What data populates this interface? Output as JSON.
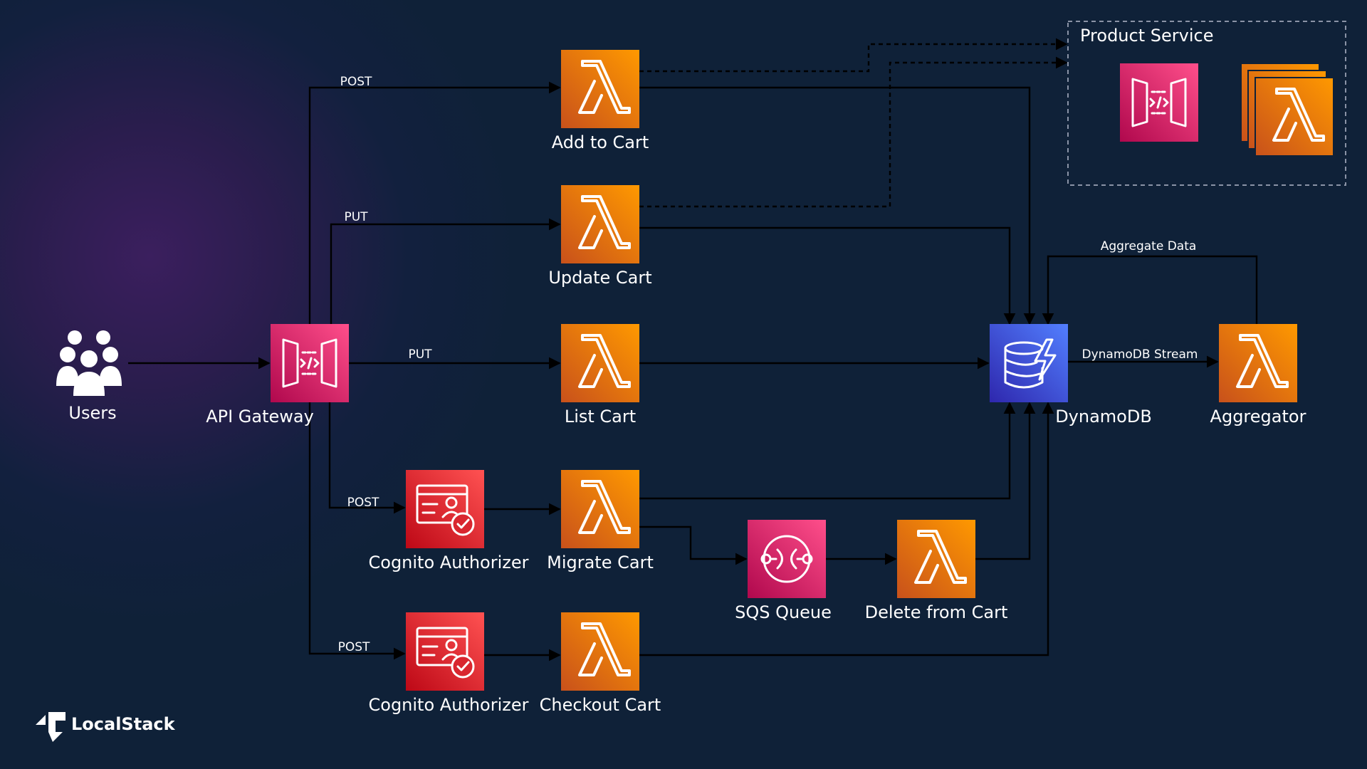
{
  "diagram": {
    "group": {
      "title": "Product Service"
    },
    "nodes": {
      "users": "Users",
      "api_gateway": "API Gateway",
      "add_to_cart": "Add to Cart",
      "update_cart": "Update Cart",
      "list_cart": "List Cart",
      "migrate_cart": "Migrate Cart",
      "checkout_cart": "Checkout Cart",
      "cognito_1": "Cognito Authorizer",
      "cognito_2": "Cognito Authorizer",
      "sqs_queue": "SQS Queue",
      "delete_from_cart": "Delete from Cart",
      "dynamodb": "DynamoDB",
      "aggregator": "Aggregator"
    },
    "edges": {
      "post_add": "POST",
      "put_update": "PUT",
      "put_list": "PUT",
      "post_migrate": "POST",
      "post_checkout": "POST",
      "stream": "DynamoDB Stream",
      "aggregate": "Aggregate Data"
    },
    "icons": {
      "lambda": "lambda-icon",
      "api": "api-gateway-icon",
      "cognito": "cognito-icon",
      "sqs": "sqs-icon",
      "dynamodb": "dynamodb-icon",
      "users": "users-icon"
    },
    "colors": {
      "lambda": "#ed7100",
      "api": "#c7296f",
      "cognito": "#c7242f",
      "sqs": "#c7296f",
      "dynamodb": "#3a48d6",
      "background": "#0f2138"
    }
  },
  "brand": {
    "logo_text": "LocalStack"
  }
}
